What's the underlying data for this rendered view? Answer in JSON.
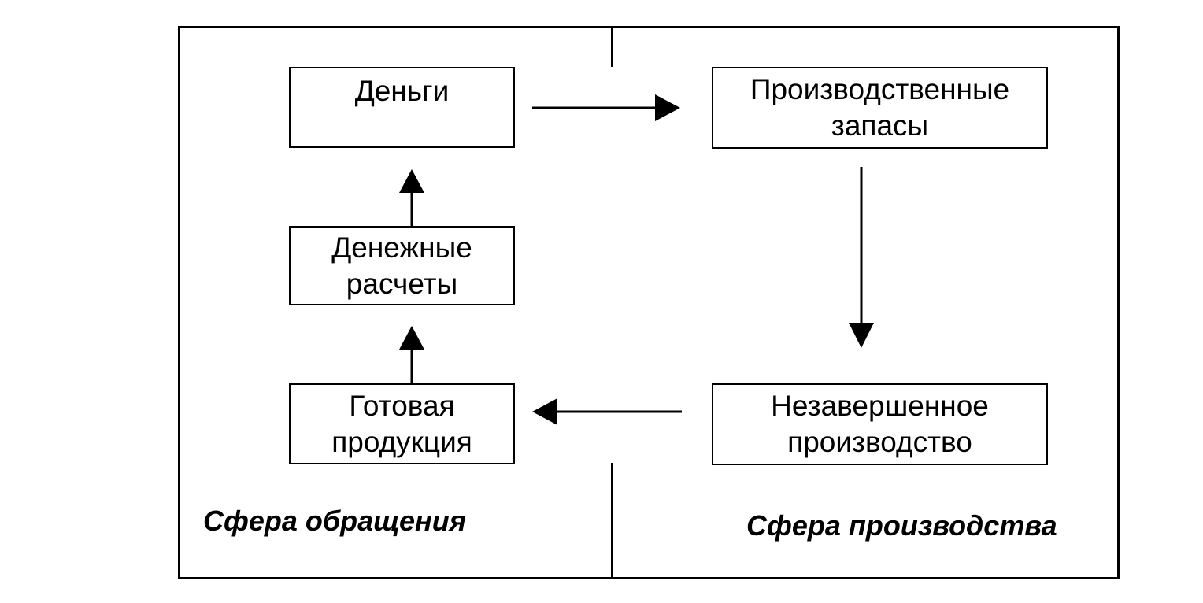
{
  "nodes": {
    "money": {
      "lines": [
        "Деньги"
      ]
    },
    "stocks": {
      "lines": [
        "Производственные",
        "запасы"
      ]
    },
    "settlements": {
      "lines": [
        "Денежные",
        "расчеты"
      ]
    },
    "finished": {
      "lines": [
        "Готовая",
        "продукция"
      ]
    },
    "wip": {
      "lines": [
        "Незавершенное",
        "производство"
      ]
    }
  },
  "spheres": {
    "circulation": "Сфера обращения",
    "production": "Сфера производства"
  },
  "edges": [
    {
      "from": "money",
      "to": "stocks"
    },
    {
      "from": "stocks",
      "to": "wip"
    },
    {
      "from": "wip",
      "to": "finished"
    },
    {
      "from": "finished",
      "to": "settlements"
    },
    {
      "from": "settlements",
      "to": "money"
    }
  ]
}
